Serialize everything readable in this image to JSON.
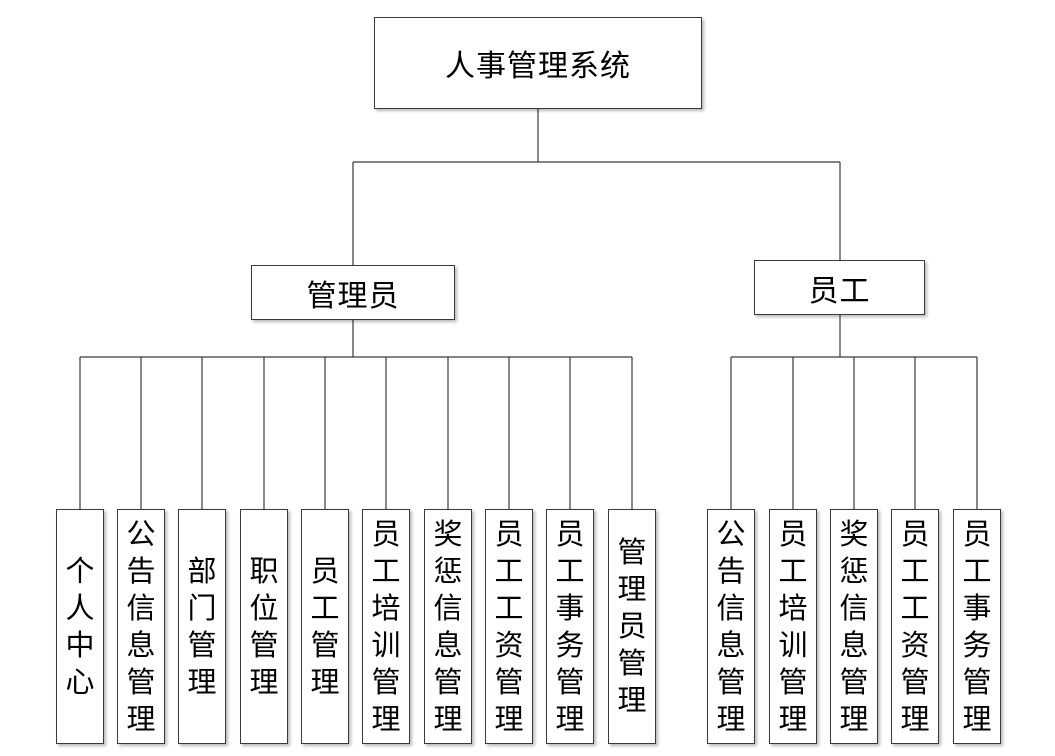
{
  "root": {
    "label": "人事管理系统"
  },
  "roles": [
    {
      "label": "管理员",
      "modules": [
        "个人中心",
        "公告信息管理",
        "部门管理",
        "职位管理",
        "员工管理",
        "员工培训管理",
        "奖惩信息管理",
        "员工工资管理",
        "员工事务管理",
        "管理员管理"
      ]
    },
    {
      "label": "员工",
      "modules": [
        "公告信息管理",
        "员工培训管理",
        "奖惩信息管理",
        "员工工资管理",
        "员工事务管理"
      ]
    }
  ]
}
